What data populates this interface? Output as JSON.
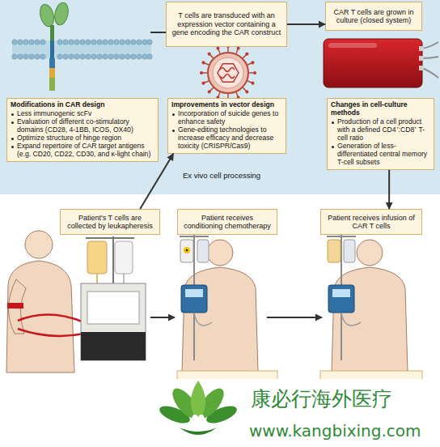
{
  "diagram": {
    "nodes": [
      {
        "text": [
          "Ex vivo cell processing"
        ]
      },
      {
        "text": [
          "T cells are transduced with an expression vector containing a gene encoding the CAR construct"
        ],
        "in": 0
      },
      {
        "text": [
          "CAR T cells are grown in culture (closed system)"
        ],
        "in": 0
      },
      {
        "text": [
          "Modifications in CAR design",
          "Less immunogenic scFv",
          "Evaluation of different co-stimulatory domains (CD28, 4-1BB, ICOS, OX40)",
          "Optimize structure of hinge region",
          "Expand repertoire of CAR target antigens (e.g. CD20, CD22, CD30, and κ-light chain)"
        ],
        "in": 0
      },
      {
        "text": [
          "Improvements in vector design",
          "Incorporation of suicide genes to enhance safety",
          "Gene-editing technologies to increase efficacy and decrease toxicity (CRISPR/Cas9)"
        ],
        "in": 0
      },
      {
        "text": [
          "Changes in cell-culture methods",
          "Production of a cell product with a defined CD4⁺:CD8⁺ T-cell ratio",
          "Generation of less-differentiated central memory T-cell subsets"
        ],
        "in": 0
      },
      {
        "text": [
          "Patient's T cells are collected by leukapheresis"
        ]
      },
      {
        "text": [
          "Patient receives conditioning chemotherapy"
        ]
      },
      {
        "text": [
          "Patient receives infusion of CAR T cells"
        ]
      }
    ],
    "edges": [
      {
        "from": 1,
        "to": 2,
        "arrow": "to"
      },
      {
        "from": 6,
        "to": 4,
        "arrow": "to"
      },
      {
        "from": 5,
        "to": 8,
        "arrow": "to"
      }
    ],
    "labels": [
      "康必行海外医疗",
      "www.kangbixing.com"
    ]
  }
}
